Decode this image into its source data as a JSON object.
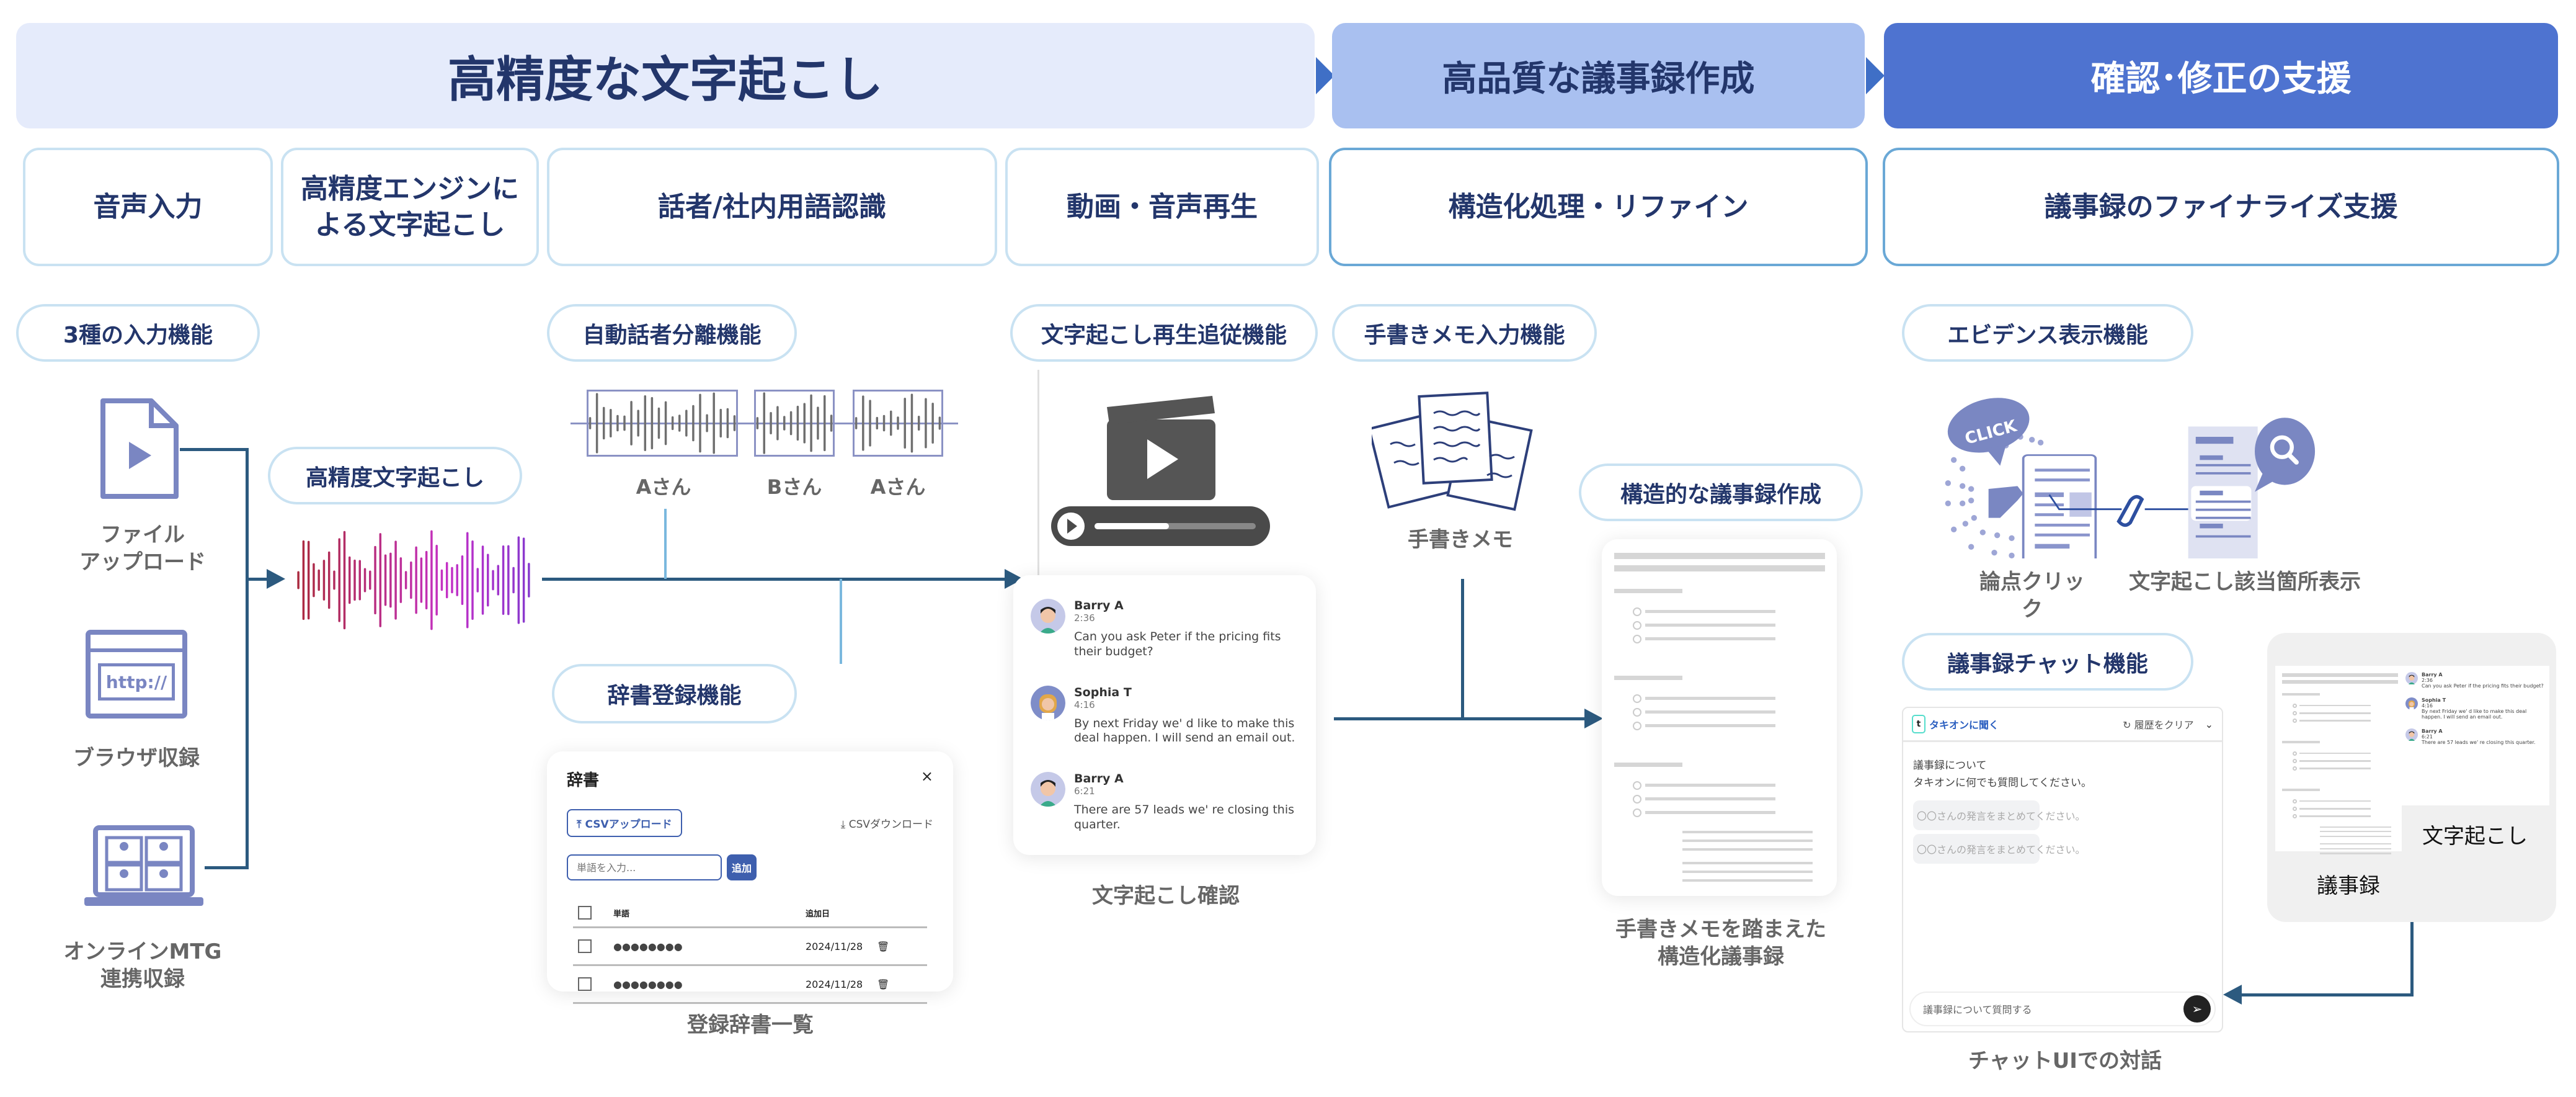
{
  "headers": [
    {
      "title": "高精度な文字起こし"
    },
    {
      "title": "高品質な議事録作成"
    },
    {
      "title": "確認･修正の支援"
    }
  ],
  "features": [
    "音声入力",
    "高精度エンジンに\nよる文字起こし",
    "話者/社内用語認識",
    "動画・音声再生",
    "構造化処理・リファイン",
    "議事録のファイナライズ支援"
  ],
  "pills": {
    "input": "3種の入力機能",
    "high_accuracy": "高精度文字起こし",
    "diarization": "自動話者分離機能",
    "dictionary": "辞書登録機能",
    "playback": "文字起こし再生追従機能",
    "handwriting": "手書きメモ入力機能",
    "structured": "構造的な議事録作成",
    "evidence": "エビデンス表示機能",
    "chat": "議事録チャット機能"
  },
  "inputs": [
    {
      "label": "ファイル\nアップロード",
      "icon": "file-play-icon"
    },
    {
      "label": "ブラウザ収録",
      "icon": "browser-icon",
      "icon_text": "http://"
    },
    {
      "label": "オンラインMTG\n連携収録",
      "icon": "laptop-meeting-icon"
    }
  ],
  "speakers": [
    "Aさん",
    "Bさん",
    "Aさん"
  ],
  "dictionary": {
    "title": "辞書",
    "close": "×",
    "csv_upload": "CSVアップロード",
    "csv_download": "CSVダウンロード",
    "input_placeholder": "単語を入力...",
    "add_button": "追加",
    "columns": [
      "単語",
      "追加日"
    ],
    "rows": [
      {
        "word": "●●●●●●●●",
        "date": "2024/11/28"
      },
      {
        "word": "●●●●●●●●",
        "date": "2024/11/28"
      }
    ],
    "caption": "登録辞書一覧"
  },
  "transcript": {
    "messages": [
      {
        "name": "Barry A",
        "time": "2:36",
        "text": "Can you ask Peter if the pricing fits their budget?"
      },
      {
        "name": "Sophia T",
        "time": "4:16",
        "text": "By next Friday we' d like to make this deal happen. I will send an email out."
      },
      {
        "name": "Barry A",
        "time": "6:21",
        "text": "There are 57 leads we' re closing this quarter."
      }
    ],
    "caption": "文字起こし確認"
  },
  "handwriting_caption": "手書きメモ",
  "structured_caption": "手書きメモを踏まえた\n構造化議事録",
  "evidence": {
    "click_text": "CLICK",
    "left_caption": "論点クリック",
    "right_caption": "文字起こし該当箇所表示"
  },
  "chat": {
    "brand": "タキオンに聞く",
    "clear": "履歴をクリア",
    "intro": "議事録について\nタキオンに何でも質問してください。",
    "suggestions": [
      "〇〇さんの発言をまとめてください。",
      "〇〇さんの発言をまとめてください。"
    ],
    "input_placeholder": "議事録について質問する",
    "caption": "チャットUIでの対話"
  },
  "split_view": {
    "transcript_label": "文字起こし",
    "minutes_label": "議事録"
  },
  "colors": {
    "band1": "#e5ebfb",
    "band2": "#a9c0f0",
    "band3": "#4e73d0",
    "navy": "#23366b",
    "line": "#2c5a7f"
  }
}
